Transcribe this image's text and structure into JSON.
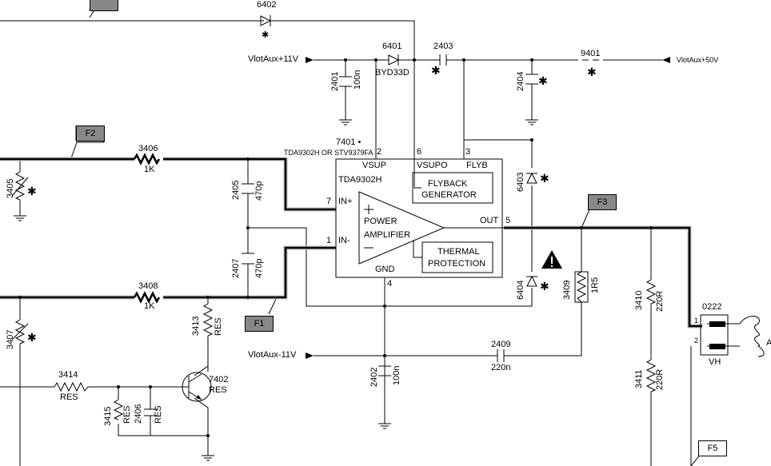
{
  "rails": {
    "vp11": "VlotAux+11V",
    "vp50": "VlotAux+50V",
    "vm11": "VlotAux-11V"
  },
  "ic": {
    "ref": "7401 •",
    "alt": "TDA9302H OR STV9379FA",
    "part": "TDA9302H",
    "pins": {
      "p1": "1",
      "p2": "2",
      "p3": "3",
      "p4": "4",
      "p5": "5",
      "p6": "6",
      "p7": "7"
    },
    "pin_names": {
      "vsup": "VSUP",
      "vsupo": "VSUPO",
      "flyb": "FLYB",
      "inp": "IN+",
      "inm": "IN-",
      "out": "OUT",
      "gnd": "GND"
    },
    "blocks": {
      "flyback1": "FLYBACK",
      "flyback2": "GENERATOR",
      "amp1": "POWER",
      "amp2": "AMPLIFIER",
      "thermal1": "THERMAL",
      "thermal2": "PROTECTION"
    }
  },
  "refs": {
    "d6402": "6402",
    "d6401": "6401",
    "c2403": "2403",
    "r9401": "9401",
    "c2401": "2401",
    "c2404": "2404",
    "r3406": "3406",
    "r3408": "3408",
    "r3405": "3405",
    "r3407": "3407",
    "c2405": "2405",
    "c2407": "2407",
    "r3413": "3413",
    "q7402": "7402",
    "r3414": "3414",
    "r3415": "3415",
    "c2406": "2406",
    "d6403": "6403",
    "d6404": "6404",
    "r3409": "3409",
    "r3410": "3410",
    "r3411": "3411",
    "c2402": "2402",
    "c2409": "2409",
    "con0222": "0222"
  },
  "values": {
    "d6401": "BYD33D",
    "c2401": "100n",
    "r3406": "1K",
    "r3408": "1K",
    "c2405": "470p",
    "c2407": "470p",
    "r3413": "RES",
    "q7402": "RES",
    "r3414": "RES",
    "r3415": "RES",
    "c2406": "RES",
    "r3409": "1R5",
    "r3410": "220R",
    "r3411": "220R",
    "c2402": "100n",
    "c2409": "220n"
  },
  "connector": {
    "pin1": "1",
    "pin2": "2",
    "label": "VH",
    "coil_fragment": "A"
  },
  "flags": {
    "f1": "F1",
    "f2": "F2",
    "f3": "F3",
    "f5": "F5"
  }
}
